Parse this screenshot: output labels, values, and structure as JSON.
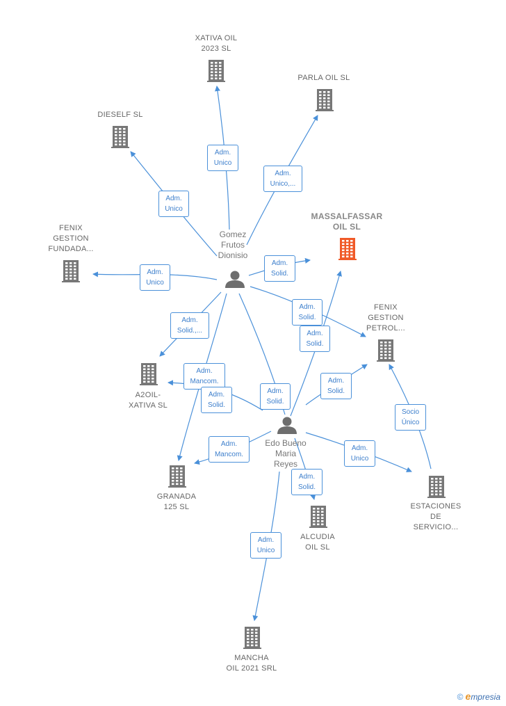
{
  "nodes": {
    "xativa_oil": "XATIVA OIL\n2023 SL",
    "parla_oil": "PARLA OIL SL",
    "dieself": "DIESELF SL",
    "massalfassar": "MASSALFASSAR\nOIL SL",
    "fenix_fundada": "FENIX\nGESTION\nFUNDADA...",
    "fenix_petrol": "FENIX\nGESTION\nPETROL...",
    "a2oil": "A2OIL-\nXATIVA SL",
    "granada": "GRANADA\n125 SL",
    "alcudia": "ALCUDIA\nOIL SL",
    "estaciones": "ESTACIONES\nDE\nSERVICIO...",
    "mancha": "MANCHA\nOIL 2021 SRL",
    "gomez": "Gomez\nFrutos\nDionisio",
    "edo": "Edo Bueno\nMaria\nReyes"
  },
  "edge_labels": {
    "gomez_xativa": "Adm.\nUnico",
    "gomez_parla": "Adm.\nUnico,...",
    "gomez_dieself": "Adm.\nUnico",
    "gomez_massal": "Adm.\nSolid.",
    "gomez_fenix_fundada": "Adm.\nUnico",
    "gomez_a2oil": "Adm.\nSolid.,...",
    "gomez_fenix_petrol": "Adm.\nSolid.",
    "edo_massal": "Adm.\nSolid.",
    "gomez_granada": "Adm.\nMancom.",
    "edo_a2oil": "Adm.\nSolid.",
    "edo_fenix_petrol": "Adm.\nSolid.",
    "gomez_edo_link": "Adm.\nSolid.",
    "edo_granada": "Adm.\nMancom.",
    "edo_estaciones": "Adm.\nUnico",
    "estaciones_fenix": "Socio\nÚnico",
    "edo_alcudia": "Adm.\nSolid.",
    "edo_mancha": "Adm.\nUnico"
  },
  "colors": {
    "edge": "#4a90d9",
    "building": "#777777",
    "focus": "#f05a28",
    "person": "#6e6e6e"
  },
  "footer": {
    "copyright": "©",
    "brand_first": "e",
    "brand_rest": "mpresia"
  }
}
